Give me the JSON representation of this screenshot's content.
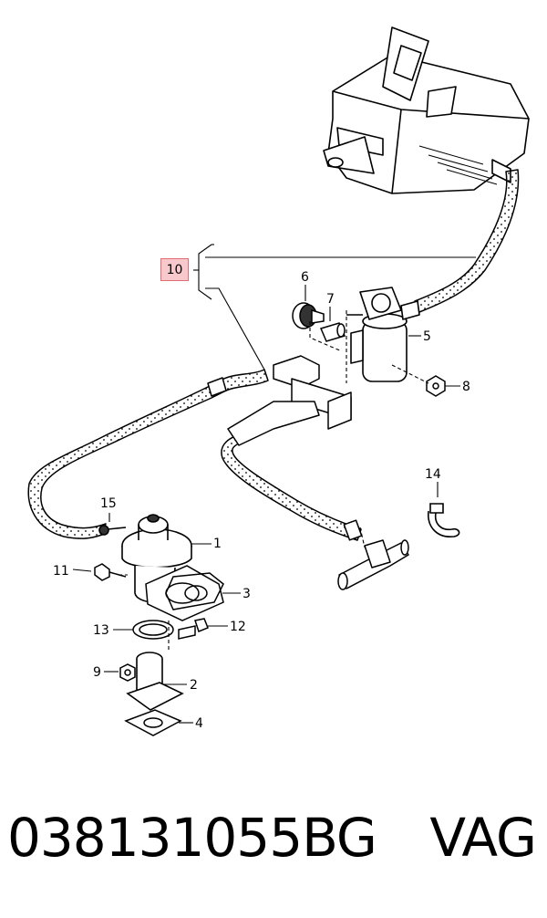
{
  "diagram": {
    "callouts": {
      "c1": "1",
      "c2": "2",
      "c3": "3",
      "c4": "4",
      "c5": "5",
      "c6": "6",
      "c7": "7",
      "c8": "8",
      "c9": "9",
      "c11": "11",
      "c12": "12",
      "c13": "13",
      "c14": "14",
      "c15": "15"
    },
    "highlighted_callout": "10",
    "highlight_color": "#f7c9cc",
    "highlight_border": "#e06c75"
  },
  "footer": {
    "part_number": "038131055BG",
    "brand": "VAG"
  }
}
